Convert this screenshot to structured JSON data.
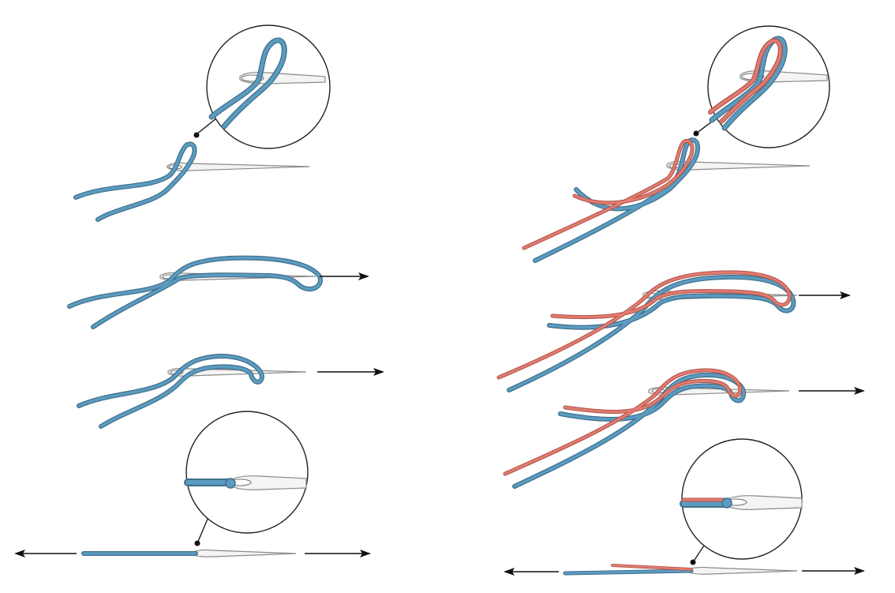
{
  "colors": {
    "thread_blue": "#5b9bbf",
    "thread_blue_edge": "#3f6f8c",
    "thread_red": "#e07b70",
    "thread_red_edge": "#b0544a",
    "needle_fill": "#f4f4f4",
    "needle_stroke": "#8a8a8a",
    "outline": "#111111",
    "background": "#ffffff"
  },
  "panels": [
    {
      "id": "single-thread",
      "thread_colors": [
        "thread_blue"
      ],
      "steps": [
        {
          "step": 1,
          "state": "looped-through-eye",
          "has_inset": true,
          "inset_position": "above-right",
          "arrows": []
        },
        {
          "step": 2,
          "state": "loop-pulled-over-needle",
          "has_inset": false,
          "arrows": [
            "right"
          ]
        },
        {
          "step": 3,
          "state": "loop-tightening",
          "has_inset": false,
          "arrows": [
            "right-dashed"
          ]
        },
        {
          "step": 4,
          "state": "knot-tightened",
          "has_inset": true,
          "inset_position": "above",
          "arrows": [
            "left",
            "right"
          ]
        }
      ]
    },
    {
      "id": "double-thread",
      "thread_colors": [
        "thread_red",
        "thread_blue"
      ],
      "steps": [
        {
          "step": 1,
          "state": "looped-through-eye",
          "has_inset": true,
          "inset_position": "above-right",
          "arrows": []
        },
        {
          "step": 2,
          "state": "loop-pulled-over-needle",
          "has_inset": false,
          "arrows": [
            "right"
          ]
        },
        {
          "step": 3,
          "state": "loop-tightening",
          "has_inset": false,
          "arrows": [
            "right-dashed"
          ]
        },
        {
          "step": 4,
          "state": "knot-tightened",
          "has_inset": true,
          "inset_position": "above",
          "arrows": [
            "left",
            "right"
          ]
        }
      ]
    }
  ],
  "icons": [
    "needle-icon",
    "arrow-right-icon",
    "arrow-left-icon",
    "magnifier-inset-icon"
  ]
}
